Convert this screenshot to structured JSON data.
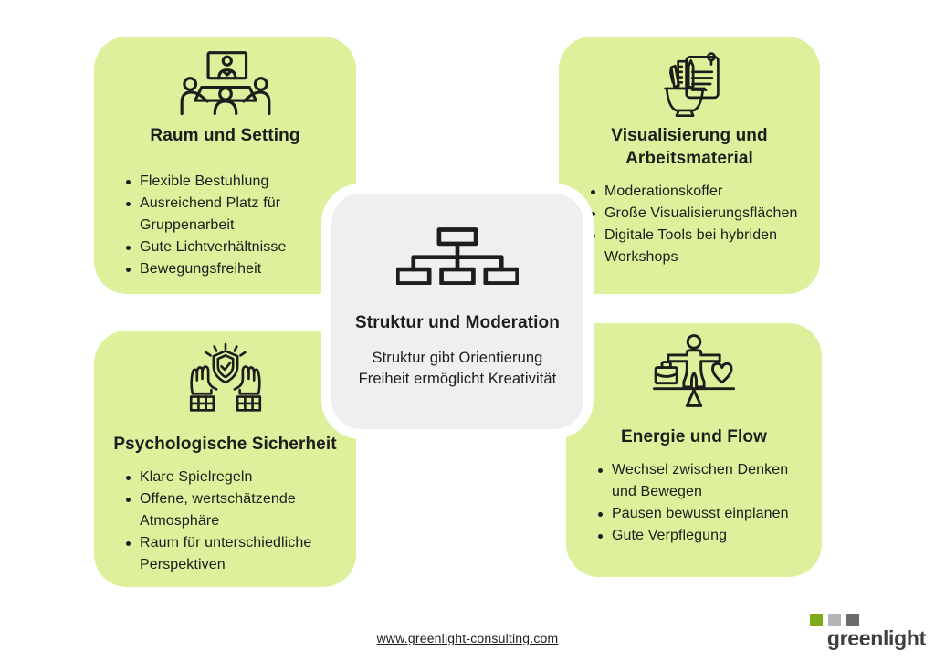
{
  "colors": {
    "card_green": "#ddf09c",
    "card_gray": "#efefef",
    "text": "#1d1d1b",
    "logo_green": "#7faa1c",
    "logo_gray_light": "#b5b5b5",
    "logo_gray_dark": "#6b6b6b",
    "logo_text": "#3f3f3f"
  },
  "cards": [
    {
      "id": "raum-und-setting",
      "icon": "meeting-icon",
      "title": "Raum und Setting",
      "bullets": [
        "Flexible Bestuhlung",
        "Ausreichend Platz für Gruppenarbeit",
        "Gute Lichtverhältnisse",
        "Bewegungsfreiheit"
      ]
    },
    {
      "id": "visualisierung-und-arbeitsmaterial",
      "icon": "art-supplies-icon",
      "title": "Visualisierung und Arbeitsmaterial",
      "bullets": [
        "Moderationskoffer",
        "Große Visualisierungsflächen",
        "Digitale Tools bei hybriden Workshops"
      ]
    },
    {
      "id": "psychologische-sicherheit",
      "icon": "shield-check-hands-icon",
      "title": "Psychologische Sicherheit",
      "bullets": [
        "Klare Spielregeln",
        "Offene, wertschätzende Atmosphäre",
        "Raum für unterschiedliche Perspektiven"
      ]
    },
    {
      "id": "energie-und-flow",
      "icon": "work-life-balance-icon",
      "title": "Energie und Flow",
      "bullets": [
        "Wechsel zwischen Denken und Bewegen",
        "Pausen bewusst einplanen",
        "Gute Verpflegung"
      ]
    }
  ],
  "center_card": {
    "icon": "org-chart-icon",
    "title": "Struktur und Moderation",
    "subtitle_line1": "Struktur gibt Orientierung",
    "subtitle_line2": "Freiheit ermöglicht Kreativität"
  },
  "footer": {
    "link": "www.greenlight-consulting.com"
  },
  "logo": {
    "text": "greenlight"
  }
}
